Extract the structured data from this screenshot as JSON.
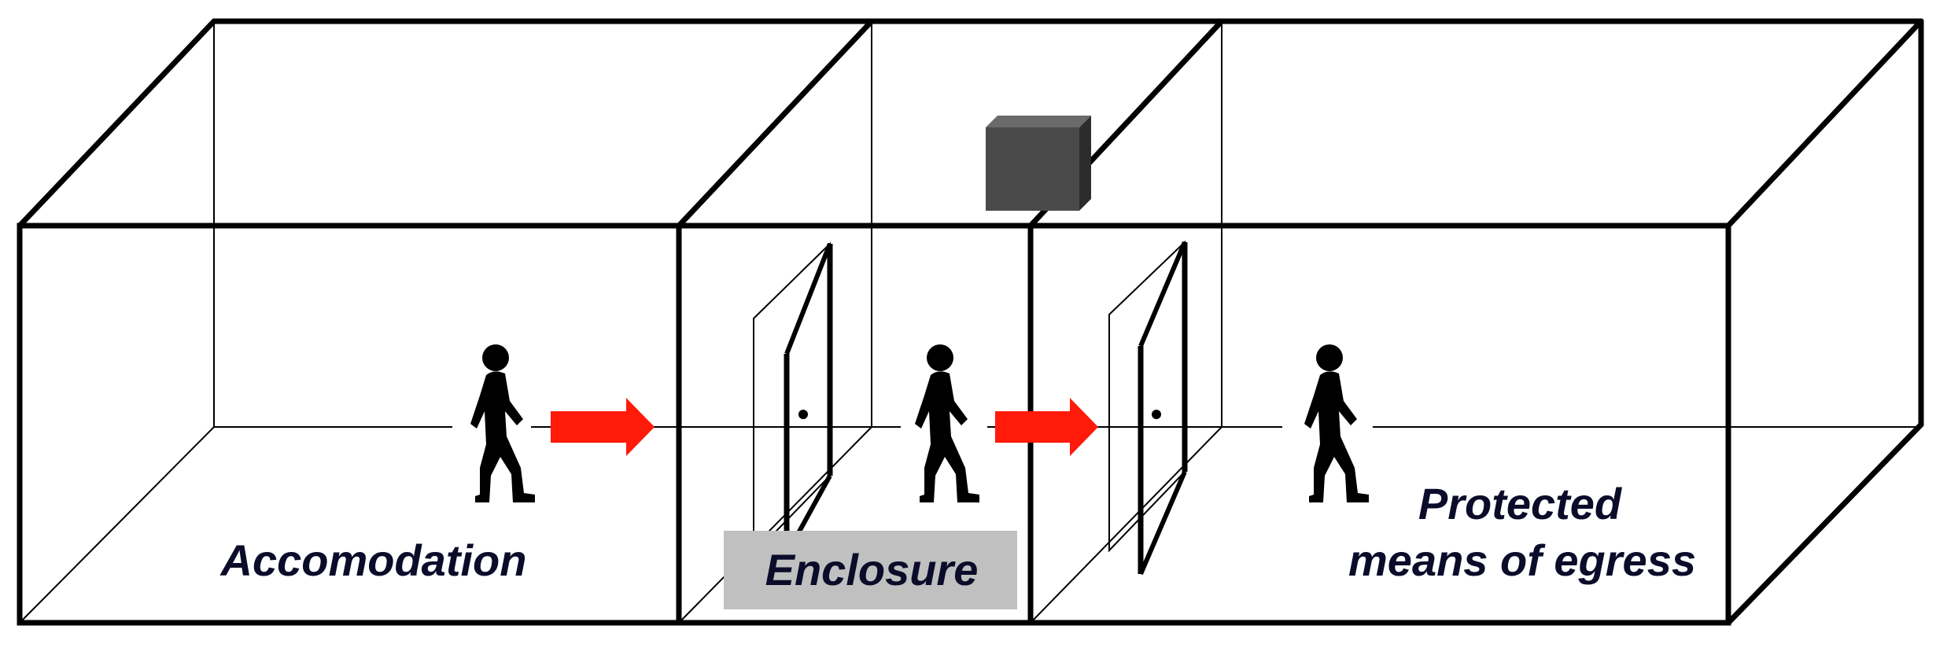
{
  "labels": {
    "accommodation": "Accomodation",
    "enclosure": "Enclosure",
    "protected_line1": "Protected",
    "protected_line2": "means of egress"
  },
  "colors": {
    "line": "#000000",
    "arrow": "#ff1a0a",
    "label_text": "#0b0b2a",
    "enclosure_label_bg": "#c0c0c0",
    "device_front": "#4a4a4a",
    "device_side": "#2c2c2c",
    "device_top": "#6a6a6a"
  },
  "icons": {
    "person": "walking-person-icon",
    "arrow": "right-arrow-icon",
    "door": "open-door-icon",
    "device": "ceiling-device-cube-icon"
  }
}
